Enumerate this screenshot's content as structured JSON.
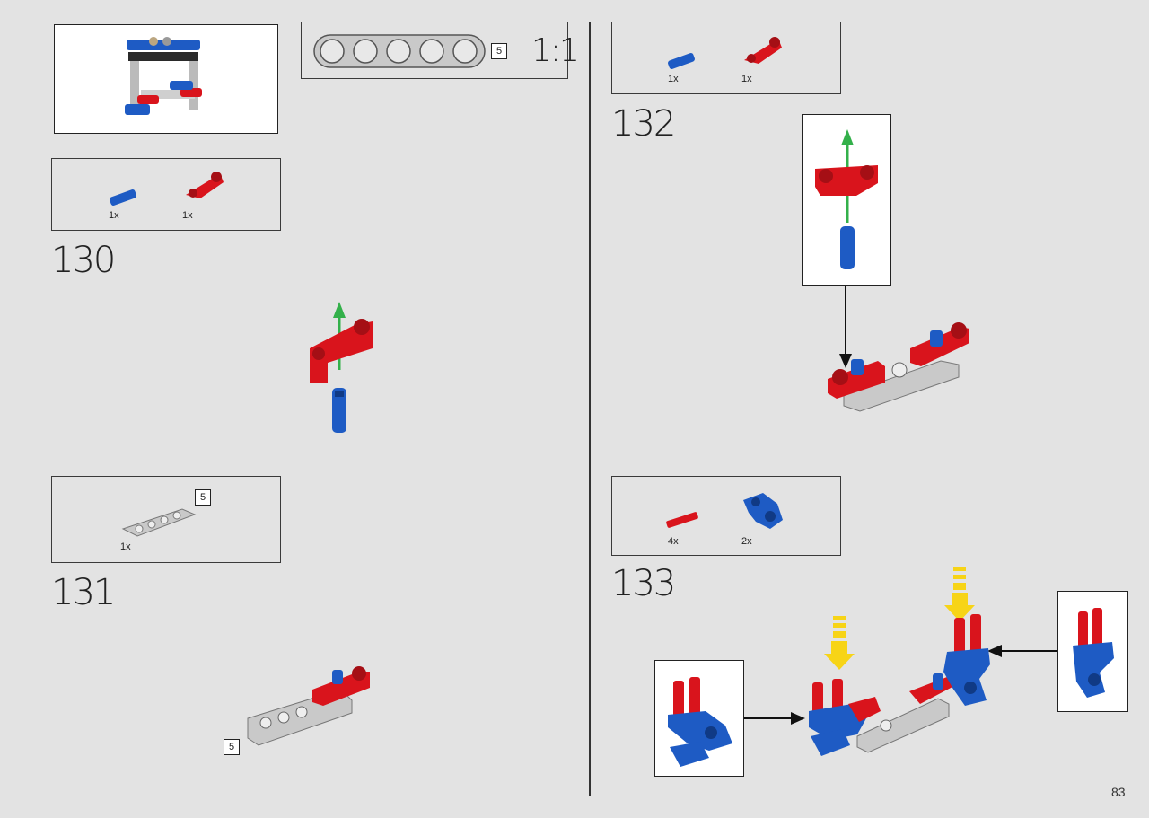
{
  "page": {
    "number": "83",
    "scale": "1:1"
  },
  "colors": {
    "red": "#d9141c",
    "blue": "#1e5bc4",
    "grey": "#c9c9c9",
    "green": "#33b04a",
    "yellow": "#f7d417"
  },
  "beam_ruler": {
    "length_label": "5"
  },
  "steps": [
    {
      "number": "130",
      "parts": [
        {
          "qty": "1x",
          "icon": "blue-axle-pin-icon"
        },
        {
          "qty": "1x",
          "icon": "red-beam-icon"
        }
      ]
    },
    {
      "number": "131",
      "parts": [
        {
          "qty": "1x",
          "icon": "grey-beam-icon",
          "length_label": "5"
        }
      ],
      "callout_label": "5"
    },
    {
      "number": "132",
      "parts": [
        {
          "qty": "1x",
          "icon": "blue-axle-pin-icon"
        },
        {
          "qty": "1x",
          "icon": "red-beam-icon"
        }
      ]
    },
    {
      "number": "133",
      "parts": [
        {
          "qty": "4x",
          "icon": "red-axle-icon"
        },
        {
          "qty": "2x",
          "icon": "blue-connector-icon"
        }
      ]
    }
  ]
}
